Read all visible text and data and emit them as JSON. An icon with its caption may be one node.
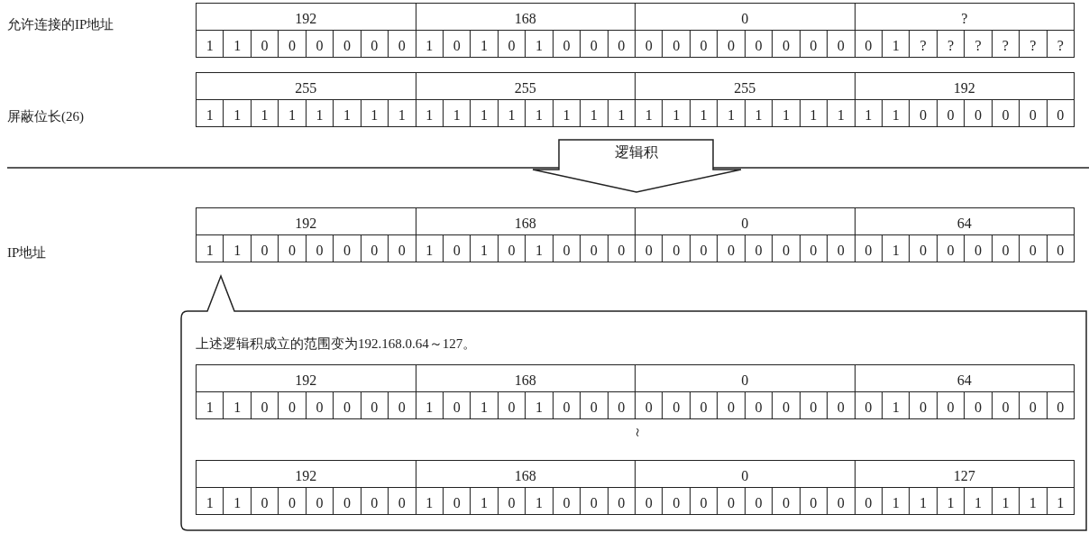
{
  "diagram": {
    "nodes": [
      {
        "text": [
          "逻辑积"
        ]
      },
      {
        "text": [
          "上述逻辑积成立的范围变为192.168.0.64～127。"
        ]
      }
    ],
    "labels": [
      "允许连接的IP地址",
      "192",
      "168",
      "0",
      "?",
      "1",
      "1",
      "0",
      "0",
      "0",
      "0",
      "0",
      "0",
      "1",
      "0",
      "1",
      "0",
      "1",
      "0",
      "0",
      "0",
      "0",
      "0",
      "0",
      "0",
      "0",
      "0",
      "0",
      "0",
      "0",
      "1",
      "?",
      "?",
      "?",
      "?",
      "?",
      "?",
      "屏蔽位长(26)",
      "255",
      "255",
      "255",
      "192",
      "1",
      "1",
      "1",
      "1",
      "1",
      "1",
      "1",
      "1",
      "1",
      "1",
      "1",
      "1",
      "1",
      "1",
      "1",
      "1",
      "1",
      "1",
      "1",
      "1",
      "1",
      "1",
      "1",
      "1",
      "1",
      "1",
      "0",
      "0",
      "0",
      "0",
      "0",
      "0",
      "IP地址",
      "192",
      "168",
      "0",
      "64",
      "1",
      "1",
      "0",
      "0",
      "0",
      "0",
      "0",
      "0",
      "1",
      "0",
      "1",
      "0",
      "1",
      "0",
      "0",
      "0",
      "0",
      "0",
      "0",
      "0",
      "0",
      "0",
      "0",
      "0",
      "0",
      "1",
      "0",
      "0",
      "0",
      "0",
      "0",
      "0",
      "192",
      "168",
      "0",
      "64",
      "1",
      "1",
      "0",
      "0",
      "0",
      "0",
      "0",
      "0",
      "1",
      "0",
      "1",
      "0",
      "1",
      "0",
      "0",
      "0",
      "0",
      "0",
      "0",
      "0",
      "0",
      "0",
      "0",
      "0",
      "0",
      "1",
      "0",
      "0",
      "0",
      "0",
      "0",
      "0",
      "～",
      "192",
      "168",
      "0",
      "127",
      "1",
      "1",
      "0",
      "0",
      "0",
      "0",
      "0",
      "0",
      "1",
      "0",
      "1",
      "0",
      "1",
      "0",
      "0",
      "0",
      "0",
      "0",
      "0",
      "0",
      "0",
      "0",
      "0",
      "0",
      "0",
      "1",
      "1",
      "1",
      "1",
      "1",
      "1",
      "1"
    ]
  }
}
